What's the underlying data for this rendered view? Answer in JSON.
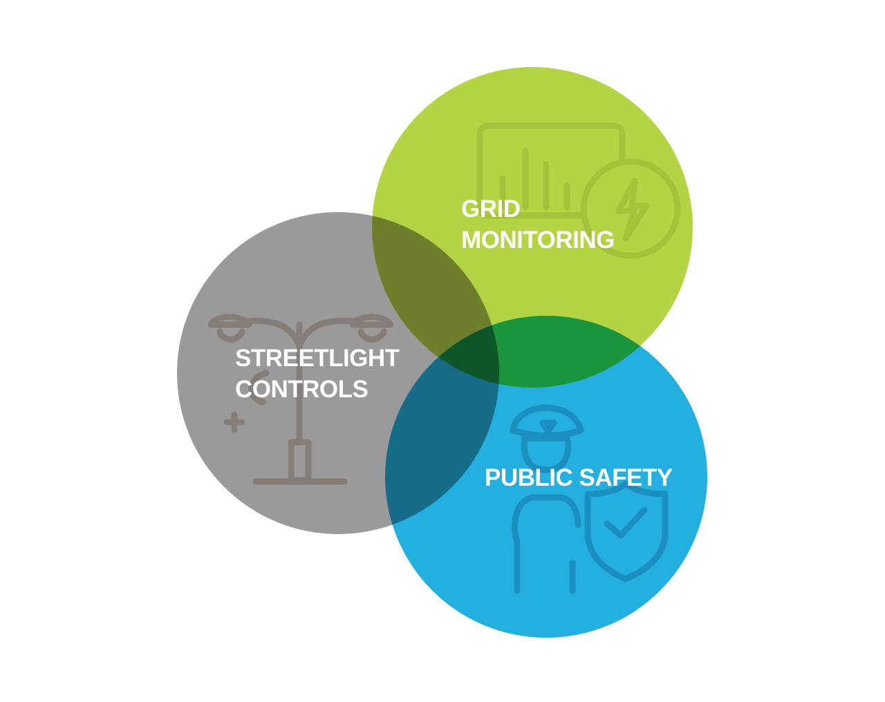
{
  "diagram": {
    "circles": [
      {
        "id": "streetlight",
        "label_lines": [
          "STREETLIGHT",
          "CONTROLS"
        ],
        "color": "#9a9a9a",
        "icon": "streetlight-icon"
      },
      {
        "id": "grid",
        "label_lines": [
          "GRID",
          "MONITORING"
        ],
        "color": "#b5d444",
        "icon": "grid-monitor-icon"
      },
      {
        "id": "safety",
        "label_lines": [
          "PUBLIC SAFETY"
        ],
        "color": "#23b0e0",
        "icon": "police-officer-icon"
      }
    ],
    "overlap_colors": {
      "streetlight_grid": "#6e7f2b",
      "grid_safety": "#1a953c",
      "streetlight_safety": "#166b87",
      "all_three": "#0e5527"
    }
  }
}
